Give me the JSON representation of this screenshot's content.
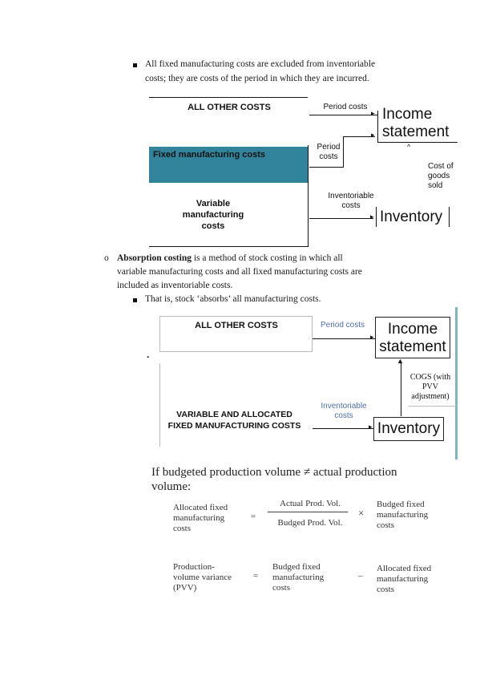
{
  "bullet1": {
    "line1": "All fixed manufacturing costs are excluded from inventoriable",
    "line2": "costs; they are costs of the period in which they are incurred."
  },
  "diagram1": {
    "all_other_costs": "ALL OTHER COSTS",
    "fixed_mfg": "Fixed  manufacturing costs",
    "variable_mfg": [
      "Variable",
      "manufacturing",
      "costs"
    ],
    "period_costs_top": "Period costs",
    "period_costs_mid": [
      "Period",
      "costs"
    ],
    "inventoriable_costs": [
      "Inventoriable",
      "costs"
    ],
    "income_statement": [
      "Income",
      "statement"
    ],
    "inventory": "Inventory",
    "cogs": [
      "Cost of",
      "goods",
      "sold"
    ],
    "fixed_fill_color": "#31849b"
  },
  "absorption": {
    "marker": "o",
    "term": "Absorption costing",
    "line1_rest": " is a method of stock costing in which all",
    "line2": "variable manufacturing costs and all fixed manufacturing costs are",
    "line3": "included as inventoriable costs.",
    "sub_bullet": "That is, stock ‘absorbs’ all manufacturing costs."
  },
  "diagram2": {
    "all_other_costs": "ALL OTHER COSTS",
    "variable_allocated": [
      "VARIABLE AND ALLOCATED",
      "FIXED MANUFACTURING COSTS"
    ],
    "period_costs": "Period costs",
    "inventoriable_costs": [
      "Inventoriable",
      "costs"
    ],
    "income_statement": [
      "Income",
      "statement"
    ],
    "inventory": "Inventory",
    "cogs": [
      "COGS (with",
      "PVV",
      "adjustment)"
    ],
    "label_color": "#4f6fb0",
    "marker": "."
  },
  "formula": {
    "heading": [
      "If budgeted production volume ≠ actual production",
      "volume:"
    ],
    "eq1": {
      "lhs": [
        "Allocated fixed",
        "manufacturing",
        "costs"
      ],
      "equals": "=",
      "numerator": "Actual Prod. Vol.",
      "denominator": "Budged Prod. Vol.",
      "times": "×",
      "rhs": [
        "Budged fixed",
        "manufacturing",
        "costs"
      ]
    },
    "eq2": {
      "lhs": [
        "Production-",
        "volume variance",
        "(PVV)"
      ],
      "equals": "=",
      "mid": [
        "Budged fixed",
        "manufacturing",
        "costs"
      ],
      "minus": "–",
      "rhs": [
        "Allocated fixed",
        "manufacturing",
        "costs"
      ]
    }
  }
}
